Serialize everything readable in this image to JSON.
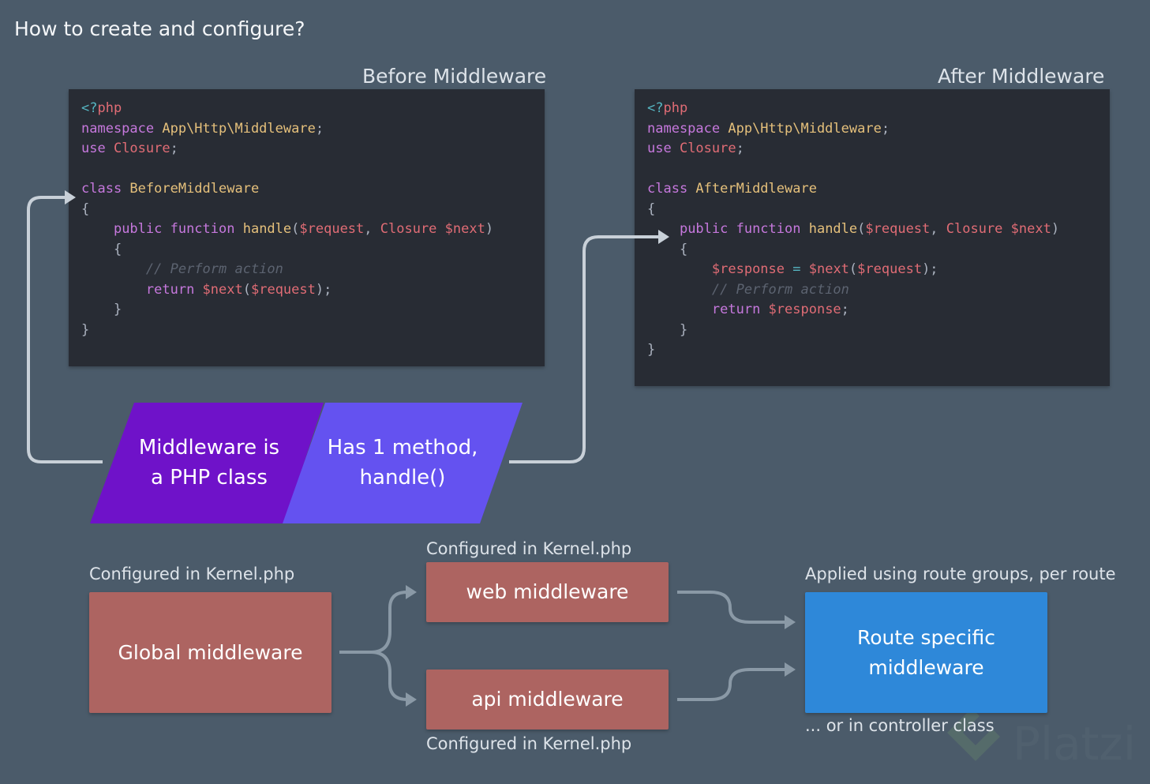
{
  "title": "How to create and configure?",
  "before": {
    "title": "Before Middleware",
    "lines": [
      [
        [
          "c",
          "<?"
        ],
        [
          "r",
          "php"
        ]
      ],
      [
        [
          "k",
          "namespace "
        ],
        [
          "y",
          "App\\Http\\Middleware"
        ],
        [
          "p",
          ";"
        ]
      ],
      [
        [
          "k",
          "use "
        ],
        [
          "r",
          "Closure"
        ],
        [
          "p",
          ";"
        ]
      ],
      [],
      [
        [
          "k",
          "class "
        ],
        [
          "y",
          "BeforeMiddleware"
        ]
      ],
      [
        [
          "p",
          "{"
        ]
      ],
      [
        [
          "p",
          "    "
        ],
        [
          "k",
          "public function "
        ],
        [
          "y",
          "handle"
        ],
        [
          "p",
          "("
        ],
        [
          "r",
          "$request"
        ],
        [
          "p",
          ", "
        ],
        [
          "r",
          "Closure $next"
        ],
        [
          "p",
          ")"
        ]
      ],
      [
        [
          "p",
          "    {"
        ]
      ],
      [
        [
          "p",
          "        "
        ],
        [
          "m",
          "// Perform action"
        ]
      ],
      [
        [
          "p",
          "        "
        ],
        [
          "k",
          "return "
        ],
        [
          "r",
          "$next"
        ],
        [
          "p",
          "("
        ],
        [
          "r",
          "$request"
        ],
        [
          "p",
          ");"
        ]
      ],
      [
        [
          "p",
          "    }"
        ]
      ],
      [
        [
          "p",
          "}"
        ]
      ]
    ]
  },
  "after": {
    "title": "After Middleware",
    "lines": [
      [
        [
          "c",
          "<?"
        ],
        [
          "r",
          "php"
        ]
      ],
      [
        [
          "k",
          "namespace "
        ],
        [
          "y",
          "App\\Http\\Middleware"
        ],
        [
          "p",
          ";"
        ]
      ],
      [
        [
          "k",
          "use "
        ],
        [
          "r",
          "Closure"
        ],
        [
          "p",
          ";"
        ]
      ],
      [],
      [
        [
          "k",
          "class "
        ],
        [
          "y",
          "AfterMiddleware"
        ]
      ],
      [
        [
          "p",
          "{"
        ]
      ],
      [
        [
          "p",
          "    "
        ],
        [
          "k",
          "public function "
        ],
        [
          "y",
          "handle"
        ],
        [
          "p",
          "("
        ],
        [
          "r",
          "$request"
        ],
        [
          "p",
          ", "
        ],
        [
          "r",
          "Closure $next"
        ],
        [
          "p",
          ")"
        ]
      ],
      [
        [
          "p",
          "    {"
        ]
      ],
      [
        [
          "p",
          "        "
        ],
        [
          "r",
          "$response"
        ],
        [
          "c",
          " = "
        ],
        [
          "r",
          "$next"
        ],
        [
          "p",
          "("
        ],
        [
          "r",
          "$request"
        ],
        [
          "p",
          ");"
        ]
      ],
      [
        [
          "p",
          "        "
        ],
        [
          "m",
          "// Perform action"
        ]
      ],
      [
        [
          "p",
          "        "
        ],
        [
          "k",
          "return "
        ],
        [
          "r",
          "$response"
        ],
        [
          "p",
          ";"
        ]
      ],
      [
        [
          "p",
          "    }"
        ]
      ],
      [
        [
          "p",
          "}"
        ]
      ]
    ]
  },
  "shapes": {
    "left_line1": "Middleware is",
    "left_line2": "a PHP class",
    "right_line1": "Has 1 method,",
    "right_line2": "handle()"
  },
  "bottom": {
    "global_label": "Configured in Kernel.php",
    "global": "Global middleware",
    "web_label": "Configured in Kernel.php",
    "web": "web middleware",
    "api": "api middleware",
    "api_label": "Configured in Kernel.php",
    "route_label": "Applied using route groups, per route",
    "route_line1": "Route specific",
    "route_line2": "middleware",
    "route_note": "... or in controller class"
  },
  "watermark": "Platzi",
  "colors": {
    "background": "#4b5b6a",
    "code_bg": "#282c34",
    "shape_left": "#6f12c9",
    "shape_right": "#6452f0",
    "red_box": "#ad6461",
    "blue_box": "#2e88d9"
  }
}
